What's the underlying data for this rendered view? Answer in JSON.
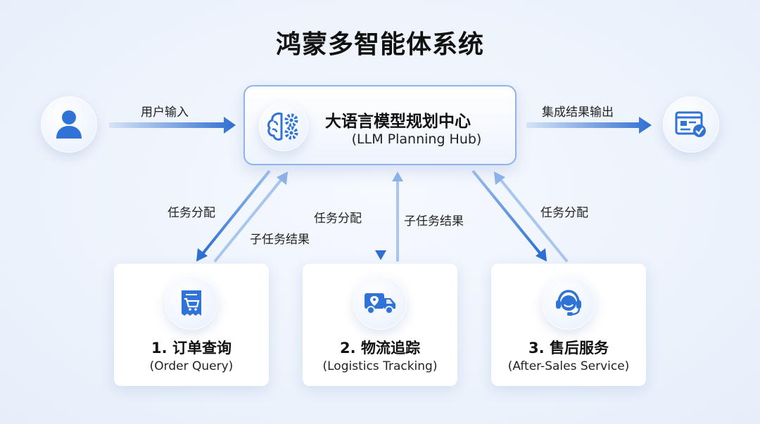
{
  "title": "鸿蒙多智能体系统",
  "input": {
    "label": "用户输入",
    "icon": "user-icon"
  },
  "output": {
    "label": "集成结果输出",
    "icon": "result-window-check-icon"
  },
  "hub": {
    "title": "大语言模型规划中心",
    "subtitle": "(LLM Planning Hub)",
    "icon": "brain-gears-icon"
  },
  "flows": {
    "assign_label": "任务分配",
    "result_label": "子任务结果"
  },
  "agents": [
    {
      "title": "1. 订单查询",
      "subtitle": "(Order Query)",
      "icon": "receipt-cart-icon"
    },
    {
      "title": "2. 物流追踪",
      "subtitle": "(Logistics Tracking)",
      "icon": "delivery-truck-icon"
    },
    {
      "title": "3. 售后服务",
      "subtitle": "(After-Sales Service)",
      "icon": "headset-agent-icon"
    }
  ],
  "colors": {
    "arrow_dark": "#2f6fd1",
    "arrow_light": "#b9d0f2",
    "icon_blue": "#2f73d6",
    "hub_border": "#8fb3ea"
  }
}
